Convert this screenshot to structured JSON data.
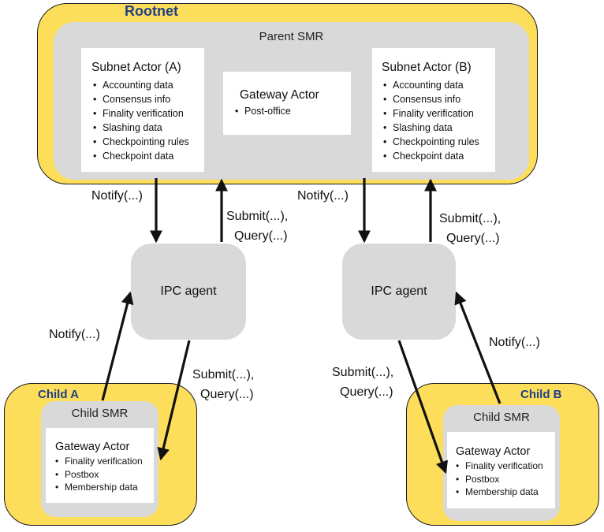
{
  "rootnet": {
    "title": "Rootnet",
    "parent_smr": {
      "title": "Parent SMR",
      "subnet_actor_a": {
        "title": "Subnet Actor (A)",
        "items": [
          "Accounting data",
          "Consensus info",
          "Finality verification",
          "Slashing data",
          "Checkpointing rules",
          "Checkpoint data"
        ]
      },
      "gateway_actor": {
        "title": "Gateway Actor",
        "items": [
          "Post-office"
        ]
      },
      "subnet_actor_b": {
        "title": "Subnet Actor (B)",
        "items": [
          "Accounting data",
          "Consensus info",
          "Finality verification",
          "Slashing data",
          "Checkpointing rules",
          "Checkpoint data"
        ]
      }
    }
  },
  "agents": [
    {
      "label": "IPC agent"
    },
    {
      "label": "IPC agent"
    }
  ],
  "child_a": {
    "title": "Child A",
    "smr_title": "Child SMR",
    "gateway_title": "Gateway Actor",
    "items": [
      "Finality verification",
      "Postbox",
      "Membership data"
    ]
  },
  "child_b": {
    "title": "Child B",
    "smr_title": "Child SMR",
    "gateway_title": "Gateway Actor",
    "items": [
      "Finality verification",
      "Postbox",
      "Membership data"
    ]
  },
  "labels": {
    "notify_left_top": "Notify(...)",
    "submit_left_top_1": "Submit(...),",
    "submit_left_top_2": "Query(...)",
    "notify_right_top": "Notify(...)",
    "submit_right_top_1": "Submit(...),",
    "submit_right_top_2": "Query(...)",
    "notify_left_bottom": "Notify(...)",
    "submit_left_bottom_1": "Submit(...),",
    "submit_left_bottom_2": "Query(...)",
    "submit_right_bottom_1": "Submit(...),",
    "submit_right_bottom_2": "Query(...)",
    "notify_right_bottom": "Notify(...)"
  },
  "colors": {
    "region_fill": "#fdde5a",
    "smr_fill": "#d9d9d9",
    "region_title": "#1f3f87"
  }
}
